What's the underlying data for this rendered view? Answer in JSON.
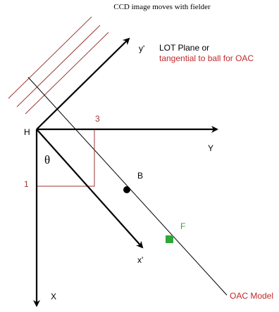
{
  "caption": "CCD image moves with fielder",
  "labels": {
    "y_prime": "y'",
    "x_prime": "x'",
    "origin": "H",
    "y_axis": "Y",
    "x_axis": "X",
    "theta": "θ",
    "ball": "B",
    "fielder": "F",
    "three": "3",
    "one": "1",
    "lot_line1": "LOT Plane or",
    "lot_line2": "tangential to ball for OAC",
    "oac_model": "OAC Model"
  },
  "colors": {
    "black": "#000000",
    "red": "#c0282a",
    "dark_red": "#9b3a36",
    "green": "#2ea836"
  }
}
